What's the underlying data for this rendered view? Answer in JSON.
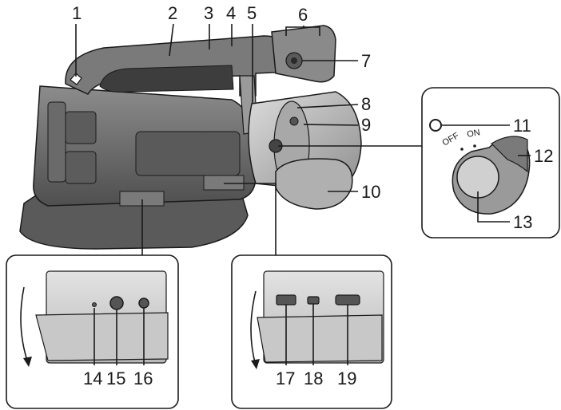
{
  "callouts": [
    "1",
    "2",
    "3",
    "4",
    "5",
    "6",
    "7",
    "8",
    "9",
    "10",
    "11",
    "12",
    "13",
    "14",
    "15",
    "16",
    "17",
    "18",
    "19"
  ],
  "power_switch": {
    "off_label": "OFF",
    "on_label": "ON"
  },
  "colors": {
    "outline": "#1a1a1a",
    "body_dark": "#6e6e6e",
    "body_mid": "#9a9a9a",
    "body_light": "#c4c4c4",
    "panel_bg": "#d9d9d9"
  }
}
